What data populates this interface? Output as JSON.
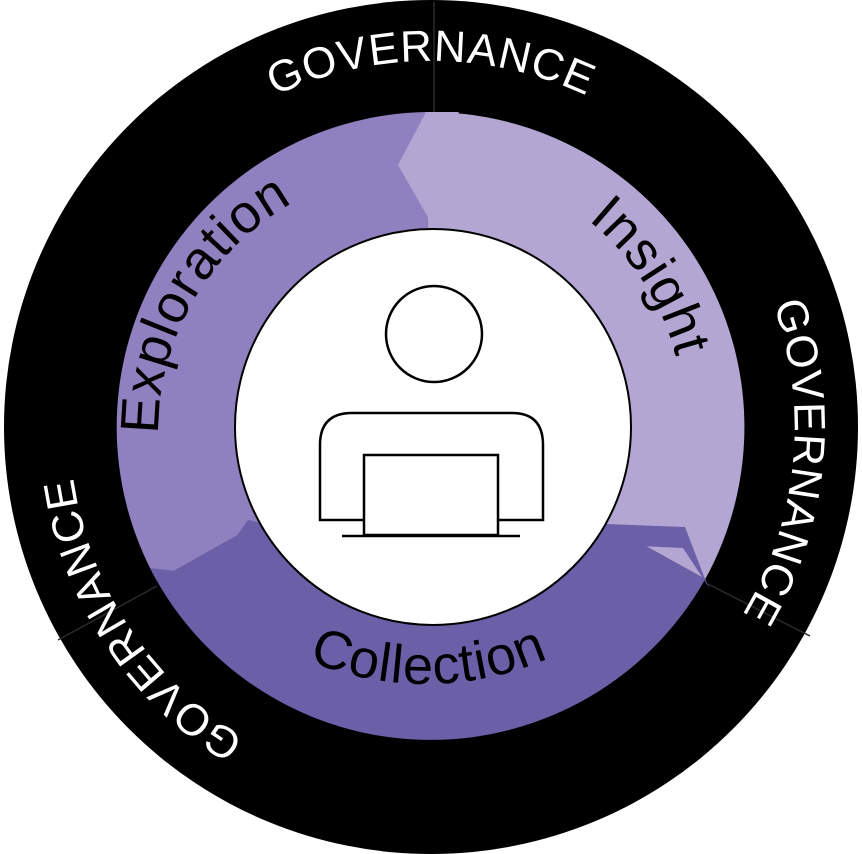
{
  "diagram": {
    "outer_ring": {
      "labels": [
        "GOVERNANCE",
        "GOVERNANCE",
        "GOVERNANCE"
      ],
      "color": "#000000",
      "text_color": "#ffffff"
    },
    "stages": [
      {
        "label": "Exploration",
        "color": "#8f81bf"
      },
      {
        "label": "Insight",
        "color": "#b3a6d3"
      },
      {
        "label": "Collection",
        "color": "#6b5fa8"
      }
    ],
    "center": {
      "icon": "person-at-laptop-icon",
      "background": "#ffffff"
    }
  }
}
